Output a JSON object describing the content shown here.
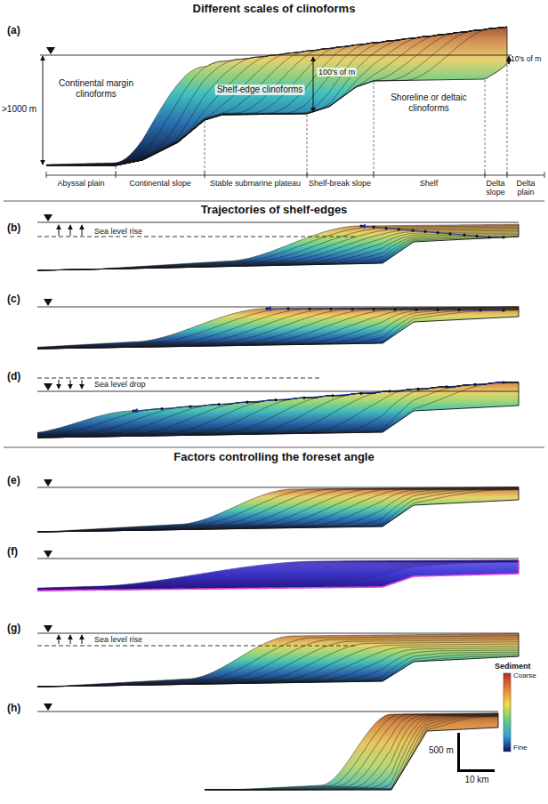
{
  "diagram": {
    "labels": [
      "Different scales of clinoforms",
      "(a)",
      ">1000 m",
      "Continental margin clinoforms",
      "Shelf-edge clinoforms",
      "100's of m",
      "Shoreline or deltaic clinoforms",
      "10's of m",
      "Abyssal plain",
      "Continental slope",
      "Stable submarine plateau",
      "Shelf-break slope",
      "Shelf",
      "Delta slope",
      "Delta plain",
      "Trajectories of shelf-edges",
      "(b)",
      "Sea level rise",
      "(c)",
      "(d)",
      "Sea level drop",
      "Factors controlling the foreset angle",
      "(e)",
      "(f)",
      "(g)",
      "Sea level rise",
      "(h)",
      "Sediment",
      "Coarse",
      "Fine",
      "500 m",
      "10 km"
    ]
  }
}
